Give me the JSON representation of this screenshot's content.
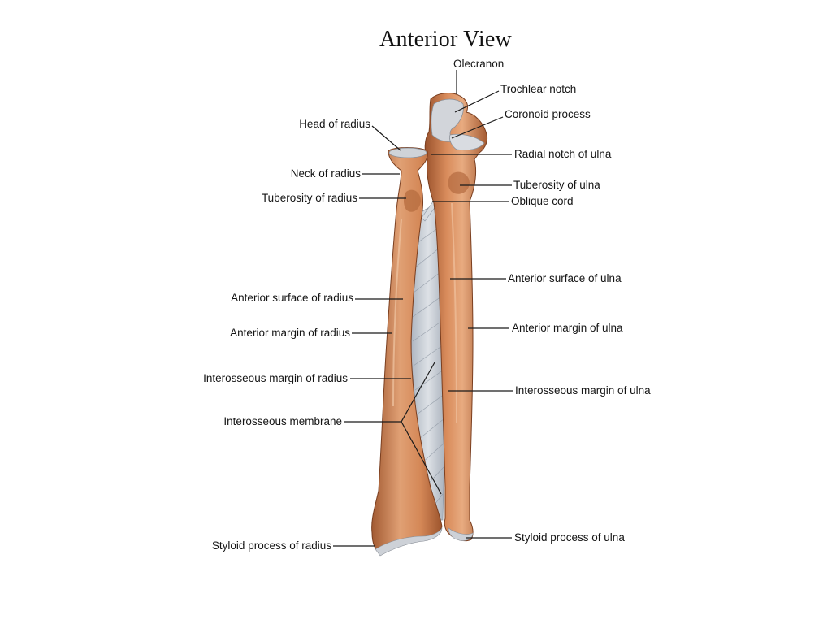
{
  "title": "Anterior View",
  "colors": {
    "bone": "#c9774a",
    "bone_light": "#e4a57a",
    "bone_dark": "#8e4a26",
    "cartilage": "#cfd3d8",
    "membrane": "#c3c9d1",
    "leader": "#1a1a1a"
  },
  "labels": {
    "olecranon": "Olecranon",
    "trochlear_notch": "Trochlear notch",
    "coronoid_process": "Coronoid process",
    "head_of_radius": "Head of radius",
    "radial_notch_of_ulna": "Radial notch of ulna",
    "neck_of_radius": "Neck of radius",
    "tuberosity_of_ulna": "Tuberosity of ulna",
    "tuberosity_of_radius": "Tuberosity of radius",
    "oblique_cord": "Oblique cord",
    "anterior_surface_of_ulna": "Anterior surface of ulna",
    "anterior_surface_of_radius": "Anterior surface of radius",
    "anterior_margin_of_ulna": "Anterior margin of ulna",
    "anterior_margin_of_radius": "Anterior margin of radius",
    "interosseous_margin_of_radius": "Interosseous margin of radius",
    "interosseous_margin_of_ulna": "Interosseous margin of ulna",
    "interosseous_membrane": "Interosseous membrane",
    "styloid_process_of_ulna": "Styloid process of ulna",
    "styloid_process_of_radius": "Styloid process of radius"
  }
}
